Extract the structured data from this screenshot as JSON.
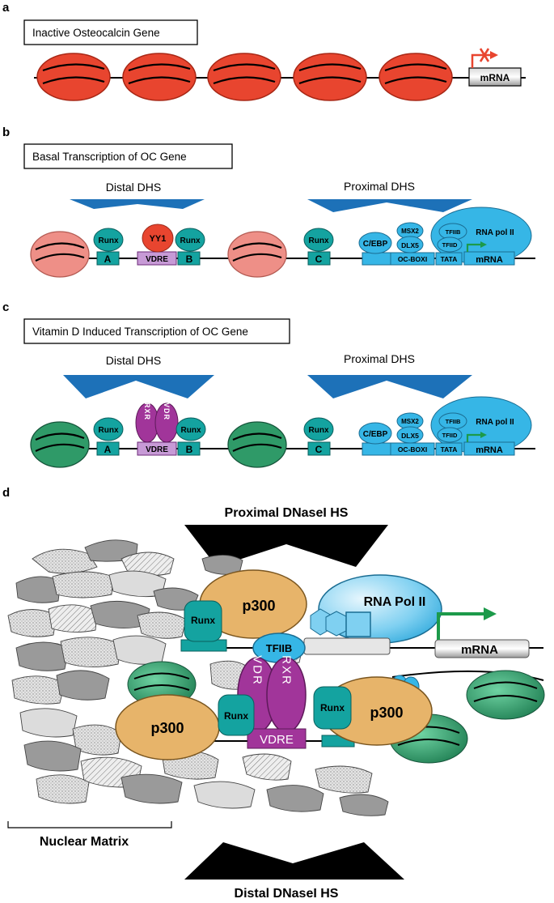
{
  "panels": {
    "a": {
      "letter": "a",
      "title": "Inactive Osteocalcin Gene",
      "mrna": "mRNA"
    },
    "b": {
      "letter": "b",
      "title": "Basal Transcription of OC Gene",
      "distal": "Distal DHS",
      "proximal": "Proximal DHS",
      "yy1": "YY1",
      "runx": "Runx",
      "a": "A",
      "b": "B",
      "c": "C",
      "vdre": "VDRE",
      "cebp": "C/EBP",
      "msx2": "MSX2",
      "dlx5": "DLX5",
      "tfiib": "TFIIB",
      "tfiid": "TFIID",
      "rnapol": "RNA pol II",
      "ocbox": "OC-BOXI",
      "tata": "TATA",
      "mrna": "mRNA"
    },
    "c": {
      "letter": "c",
      "title": "Vitamin D Induced Transcription of OC Gene",
      "distal": "Distal DHS",
      "proximal": "Proximal DHS",
      "rxr": "RXR",
      "vdr": "VDR",
      "runx": "Runx",
      "a": "A",
      "b": "B",
      "c": "C",
      "vdre": "VDRE",
      "cebp": "C/EBP",
      "msx2": "MSX2",
      "dlx5": "DLX5",
      "tfiib": "TFIIB",
      "tfiid": "TFIID",
      "rnapol": "RNA pol II",
      "ocbox": "OC-BOXI",
      "tata": "TATA",
      "mrna": "mRNA"
    },
    "d": {
      "letter": "d",
      "proximal_hs": "Proximal DNaseI HS",
      "distal_hs": "Distal DNaseI HS",
      "nuclear_matrix": "Nuclear Matrix",
      "p300": "p300",
      "runx": "Runx",
      "rnapol": "RNA Pol II",
      "tfiib": "TFIIB",
      "vdr": "VDR",
      "rxr": "RXR",
      "vdre": "VDRE",
      "mrna": "mRNA"
    }
  },
  "colors": {
    "red_nucleosome": "#e8452f",
    "pink_nucleosome": "#ee8f87",
    "green_nucleosome": "#2f9a68",
    "teal_factor": "#14a3a0",
    "cyan_complex": "#36b6e6",
    "purple_receptor": "#a1359a",
    "lavender_vdre": "#c79ad6",
    "orange_p300": "#e7b46a",
    "hs_blue": "#1d71b8",
    "arrow_green": "#1c9a4a",
    "arrow_red": "#e8452f"
  }
}
